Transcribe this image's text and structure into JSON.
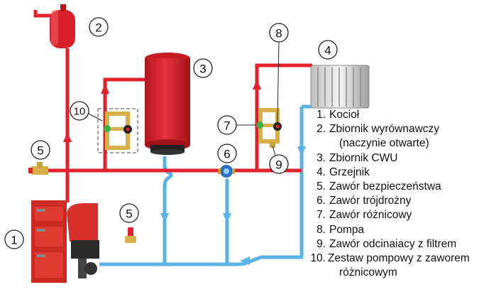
{
  "colors": {
    "supply_pipe": "#e3202b",
    "return_pipe": "#5ab3e6",
    "tank": "#d7202a",
    "boiler": "#cc2a22",
    "valve_brass": "#d8b04a"
  },
  "callouts": {
    "c1": "1",
    "c2": "2",
    "c3": "3",
    "c4": "4",
    "c5a": "5",
    "c5b": "5",
    "c6": "6",
    "c7": "7",
    "c8": "8",
    "c9": "9",
    "c10": "10"
  },
  "legend": {
    "items": [
      {
        "num": "1.",
        "text": "Kocioł"
      },
      {
        "num": "2.",
        "text": "Zbiornik wyrównawczy",
        "cont": "(naczynie otwarte)"
      },
      {
        "num": "3.",
        "text": "Zbiornik CWU"
      },
      {
        "num": "4.",
        "text": "Grzejnik"
      },
      {
        "num": "5.",
        "text": "Zawór bezpieczeństwa"
      },
      {
        "num": "6.",
        "text": "Zawór trójdrożny"
      },
      {
        "num": "7.",
        "text": "Zawór różnicowy"
      },
      {
        "num": "8.",
        "text": "Pompa"
      },
      {
        "num": "9.",
        "text": "Zawór odcinaiacy z filtrem"
      },
      {
        "num": "10.",
        "text": "Zestaw pompowy z zaworem",
        "cont": "różnicowym"
      }
    ]
  }
}
